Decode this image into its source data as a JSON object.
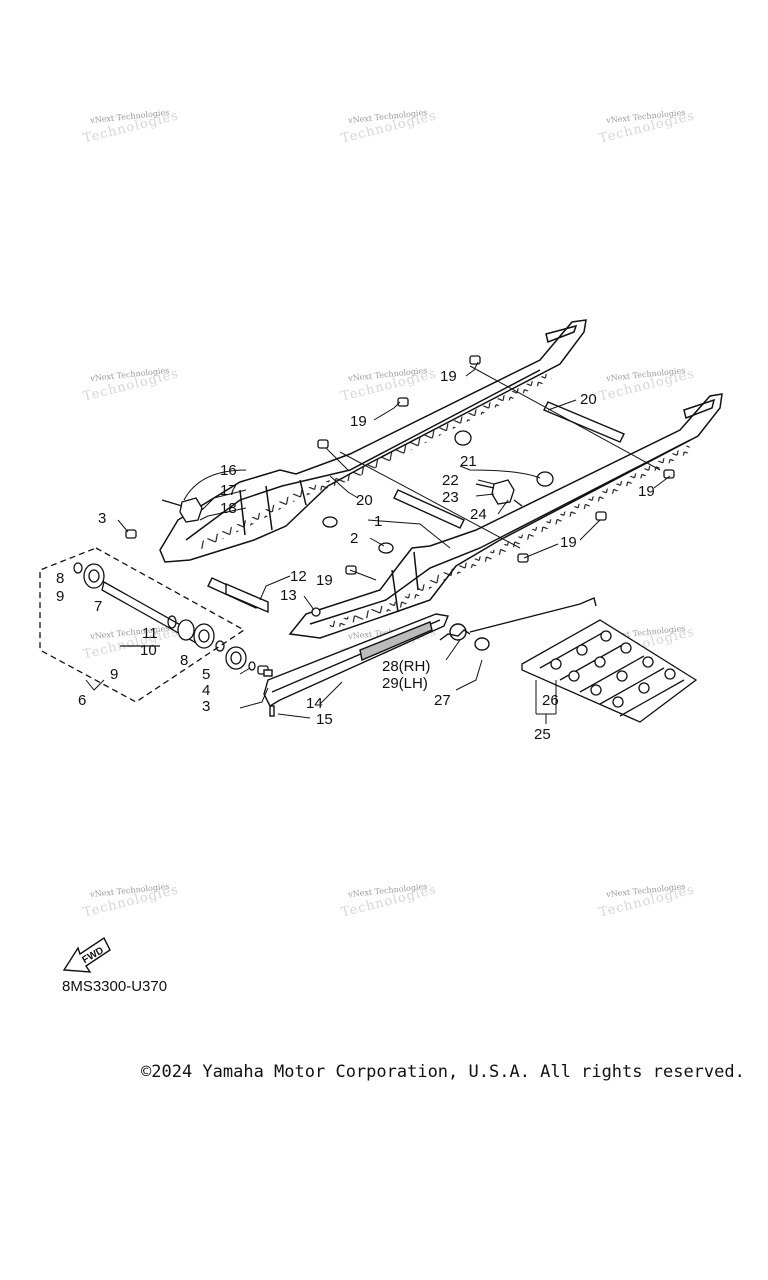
{
  "watermark": {
    "line1": "vNext Technologies",
    "line2": "Technologies"
  },
  "drawing_code": "8MS3300-U370",
  "fwd_label": "FWD",
  "copyright": "©2024 Yamaha Motor Corporation, U.S.A. All rights reserved.",
  "callouts": {
    "c1": "1",
    "c2": "2",
    "c3a": "3",
    "c3b": "3",
    "c4": "4",
    "c5": "5",
    "c6": "6",
    "c7": "7",
    "c8a": "8",
    "c8b": "8",
    "c9a": "9",
    "c9b": "9",
    "c10": "10",
    "c11": "11",
    "c12": "12",
    "c13": "13",
    "c14": "14",
    "c15": "15",
    "c16": "16",
    "c17": "17",
    "c18": "18",
    "c19a": "19",
    "c19b": "19",
    "c19c": "19",
    "c19d": "19",
    "c19e": "19",
    "c20a": "20",
    "c20b": "20",
    "c21": "21",
    "c22": "22",
    "c23": "23",
    "c24": "24",
    "c25": "25",
    "c26": "26",
    "c27": "27",
    "c28": "28(RH)",
    "c29": "29(LH)"
  }
}
